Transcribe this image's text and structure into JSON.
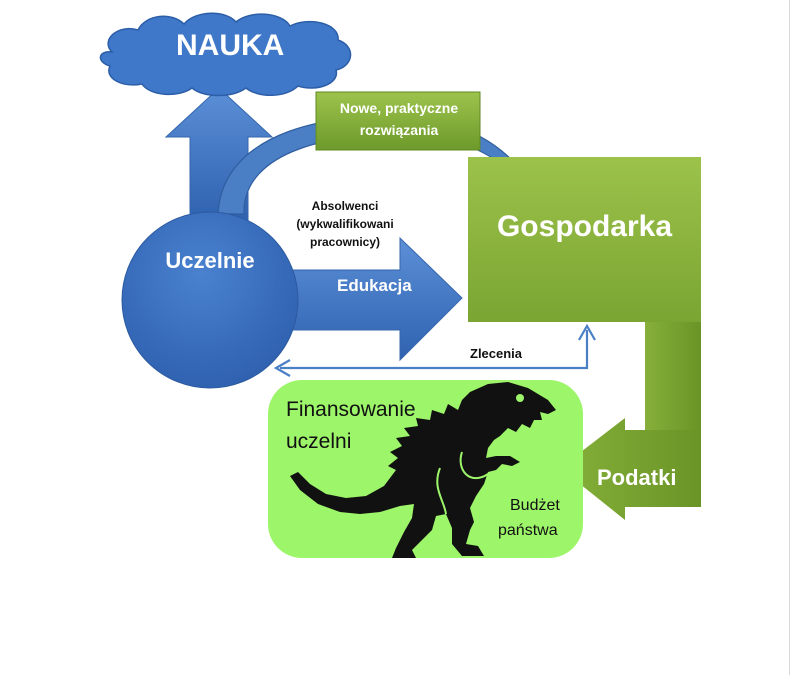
{
  "diagram": {
    "nauka": "NAUKA",
    "uczelnie": "Uczelnie",
    "gospodarka": "Gospodarka",
    "nowe_line1": "Nowe, praktyczne",
    "nowe_line2": "rozwiązania",
    "absolwenci_line1": "Absolwenci",
    "absolwenci_line2": "(wykwalifikowani",
    "absolwenci_line3": "pracownicy)",
    "edukacja": "Edukacja",
    "zlecenia": "Zlecenia",
    "finansowanie_line1": "Finansowanie",
    "finansowanie_line2": "uczelni",
    "budzet_line1": "Budżet",
    "budzet_line2": "państwa",
    "podatki": "Podatki"
  },
  "colors": {
    "blue": "#3f74c1",
    "blue_dark": "#2e5a9c",
    "green": "#8ab43c",
    "green_dark": "#6f9a2a",
    "light_green": "#9df56a",
    "dino": "#111111"
  },
  "icons": {
    "creature": "dinosaur-icon"
  }
}
